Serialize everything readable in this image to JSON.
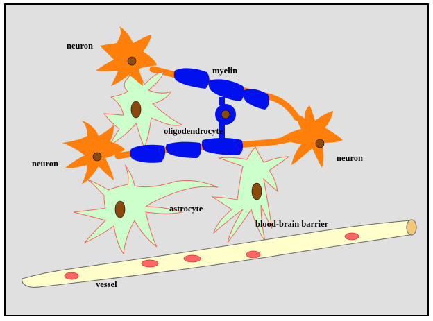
{
  "labels": {
    "neuron_top_left": "neuron",
    "neuron_left": "neuron",
    "neuron_right": "neuron",
    "myelin": "myelin",
    "oligodendrocyte": "oligodendrocyte",
    "astrocyte": "astrocyte",
    "blood_brain_barrier": "blood-brain barrier",
    "vessel": "vessel"
  },
  "colors": {
    "background": "#e0e0e0",
    "border": "#000000",
    "neuron": "#ff7f0a",
    "nucleus": "#8b4a0c",
    "myelin": "#0010ee",
    "astrocyte": "#ccffcc",
    "astrocyte_outline": "#ee6655",
    "vessel": "#ffffcc",
    "red_cell": "#ff6666"
  },
  "icons": {
    "neuron": "neuron-cell-shape",
    "astrocyte": "astrocyte-cell-shape",
    "oligodendrocyte": "oligodendrocyte-cell-shape",
    "vessel": "blood-vessel-tube"
  }
}
